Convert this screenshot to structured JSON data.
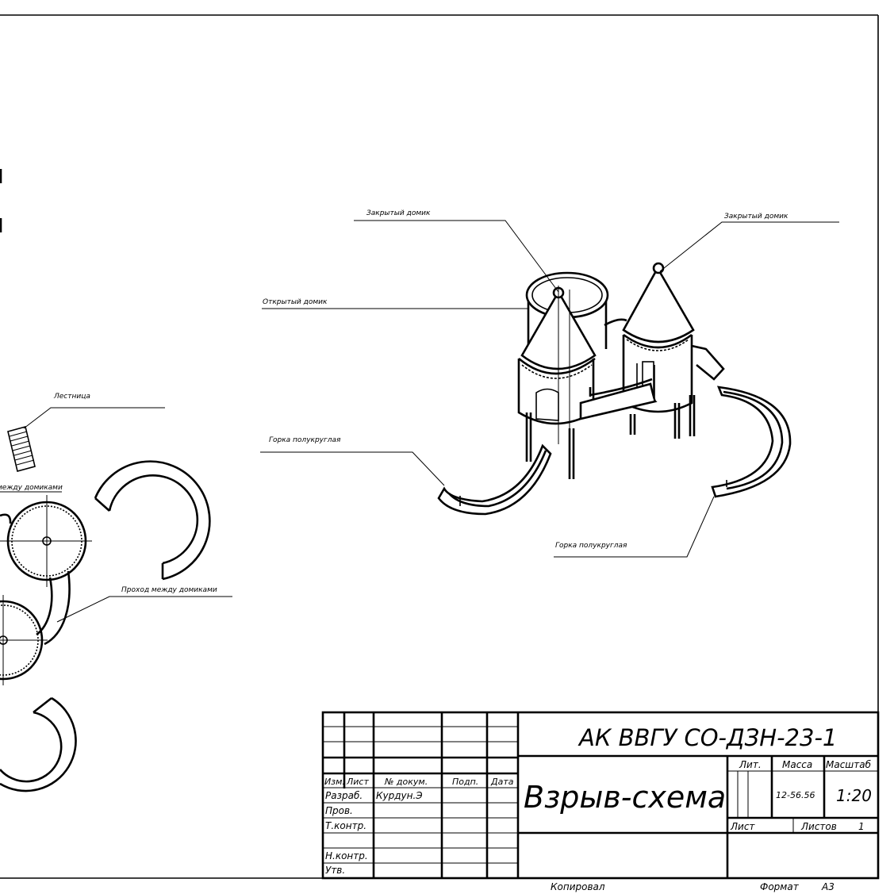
{
  "callouts": {
    "closed_house_left": "Закрытый домик",
    "closed_house_right": "Закрытый домик",
    "open_house": "Открытый домик",
    "stairs": "Лестница",
    "slide_left": "Горка полукруглая",
    "slide_right": "Горка полукруглая",
    "passage_top": "между домиками",
    "passage_bottom": "Проход между домиками"
  },
  "title_block": {
    "doc_code": "АК ВВГУ СО-ДЗН-23-1",
    "doc_title": "Взрыв-схема",
    "headers": {
      "change": "Изм.",
      "sheet": "Лист",
      "doc_no": "№ докум.",
      "signature": "Подп.",
      "date": "Дата"
    },
    "roles": {
      "developer": "Разраб.",
      "checker": "Пров.",
      "tech_control": "Т.контр.",
      "norm_control": "Н.контр.",
      "approved": "Утв."
    },
    "developer_name": "Курдун.Э",
    "lit_label": "Лит.",
    "mass_label": "Масса",
    "scale_label": "Масштаб",
    "mass_value": "12-56.56",
    "scale_value": "1:20",
    "sheet_label": "Лист",
    "sheets_label": "Листов",
    "sheets_value": "1",
    "copied": "Копировал",
    "format_label": "Формат",
    "format_value": "А3"
  }
}
